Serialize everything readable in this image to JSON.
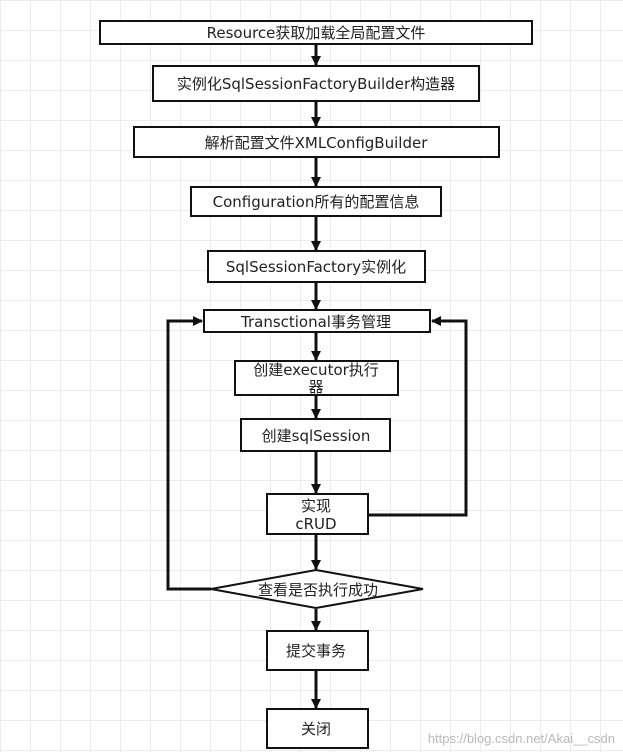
{
  "nodes": {
    "resource": "Resource获取加载全局配置文件",
    "builder": "实例化SqlSessionFactoryBuilder构造器",
    "parse": "解析配置文件XMLConfigBuilder",
    "configuration": "Configuration所有的配置信息",
    "factory": "SqlSessionFactory实例化",
    "transaction": "Transctional事务管理",
    "executor_line1": "创建executor执行",
    "executor_line2": "器",
    "session": "创建sqlSession",
    "crud_line1": "实现",
    "crud_line2": "cRUD",
    "check": "查看是否执行成功",
    "commit": "提交事务",
    "close": "关闭"
  },
  "watermark": "https://blog.csdn.net/Akai__csdn"
}
